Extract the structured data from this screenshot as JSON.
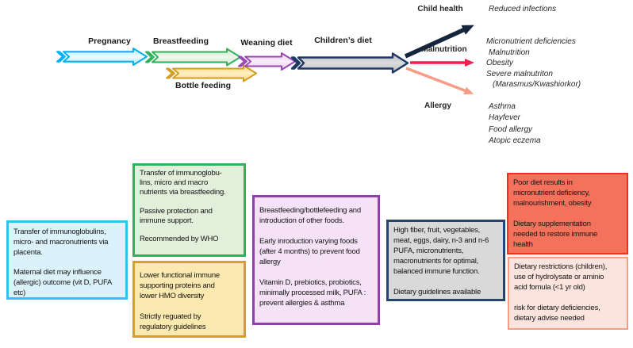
{
  "stages": {
    "pregnancy": {
      "label": "Pregnancy",
      "arrow_fill": "#bfe9f9",
      "arrow_stroke": "#00b0f0"
    },
    "breastfeeding": {
      "label": "Breastfeeding",
      "arrow_fill": "#d3e9cf",
      "arrow_stroke": "#33b05c"
    },
    "bottle_feeding": {
      "label": "Bottle feeding",
      "arrow_fill": "#fbdd8a",
      "arrow_stroke": "#d29e23"
    },
    "weaning_diet": {
      "label": "Weaning diet",
      "arrow_fill": "#efd0f0",
      "arrow_stroke": "#9b48b5"
    },
    "childrens_diet": {
      "label": "Children’s diet",
      "arrow_fill": "#c3c4c7",
      "arrow_stroke": "#1f3864"
    }
  },
  "branches": {
    "child_health": {
      "label": "Child health",
      "arrow_color": "#15253d",
      "outcomes": [
        "Reduced infections"
      ]
    },
    "malnutrition": {
      "label": "Malnutrition",
      "arrow_color": "#f2204e",
      "outcomes": [
        "Micronutrient deficiencies",
        "Malnutrition",
        "Obesity",
        "Severe malnutriton",
        "(Marasmus/Kwashiorkor)"
      ]
    },
    "allergy": {
      "label": "Allergy",
      "arrow_color": "#f49c84",
      "outcomes": [
        "Asthma",
        "Hayfever",
        "Food allergy",
        "Atopic eczema"
      ]
    }
  },
  "boxes": {
    "placenta": {
      "stage": "Pregnancy",
      "bg": "#dcf2fb",
      "border": "#2ec3f2",
      "text": "Transfer of immunoglobulins,\nmicro- and macronutrients via\nplacenta.\n\nMaternal diet may influence\n(allergic) outcome (vit D, PUFA\netc)"
    },
    "breastfeeding": {
      "stage": "Breastfeeding",
      "bg": "#e2efda",
      "border": "#2db35c",
      "text": "Transfer of immunoglobu-\nlins, micro and macro\nnutrients via breastfeeding.\n\nPassive protection and\nimmune support.\n\nRecommended by WHO"
    },
    "bottle_feeding": {
      "stage": "Bottle feeding",
      "bg": "#fbe9af",
      "border": "#d4a02c",
      "text": "Lower functional immune\nsupporting proteins and\nlower HMO diversity\n\nStrictly reguated by\nregulatory guidelines"
    },
    "weaning_diet": {
      "stage": "Weaning diet",
      "bg": "#f6e2f7",
      "border": "#8f3fae",
      "text": "Breastfeeding/bottlefeeding and\nintroduction of other foods.\n\nEarly inroduction varying foods\n(after 4 months) to prevent food\nallergy\n\nVitamin D, prebiotics, probiotics,\nminimally processed milk, PUFA :\nprevent allergies & asthma"
    },
    "childrens_diet": {
      "stage": "Children’s diet",
      "bg": "#d9d9d9",
      "border": "#24456e",
      "text": "High fiber, fruit, vegetables,\nmeat, eggs, dairy, n-3 and n-6\nPUFA, micronutrients,\nmacronutrients for optimal,\nbalanced immune function.\n\nDietary guidelines available"
    },
    "malnutrition": {
      "stage": "Malnutrition",
      "bg": "#f4715c",
      "border": "#fb2c1e",
      "text": "Poor diet results in\nmicronutrient deficiency,\nmalnourishment, obesity\n\nDietary supplementation\nneeded to restore immune\nhealth"
    },
    "allergy": {
      "stage": "Allergy",
      "bg": "#fce4de",
      "border": "#f79b83",
      "text": "Dietary restrictions (children),\nuse of hydrolysate or aminio\nacid fomula (<1 yr old)\n\nrisk for dietary deficiencies,\ndietary advise needed"
    }
  }
}
